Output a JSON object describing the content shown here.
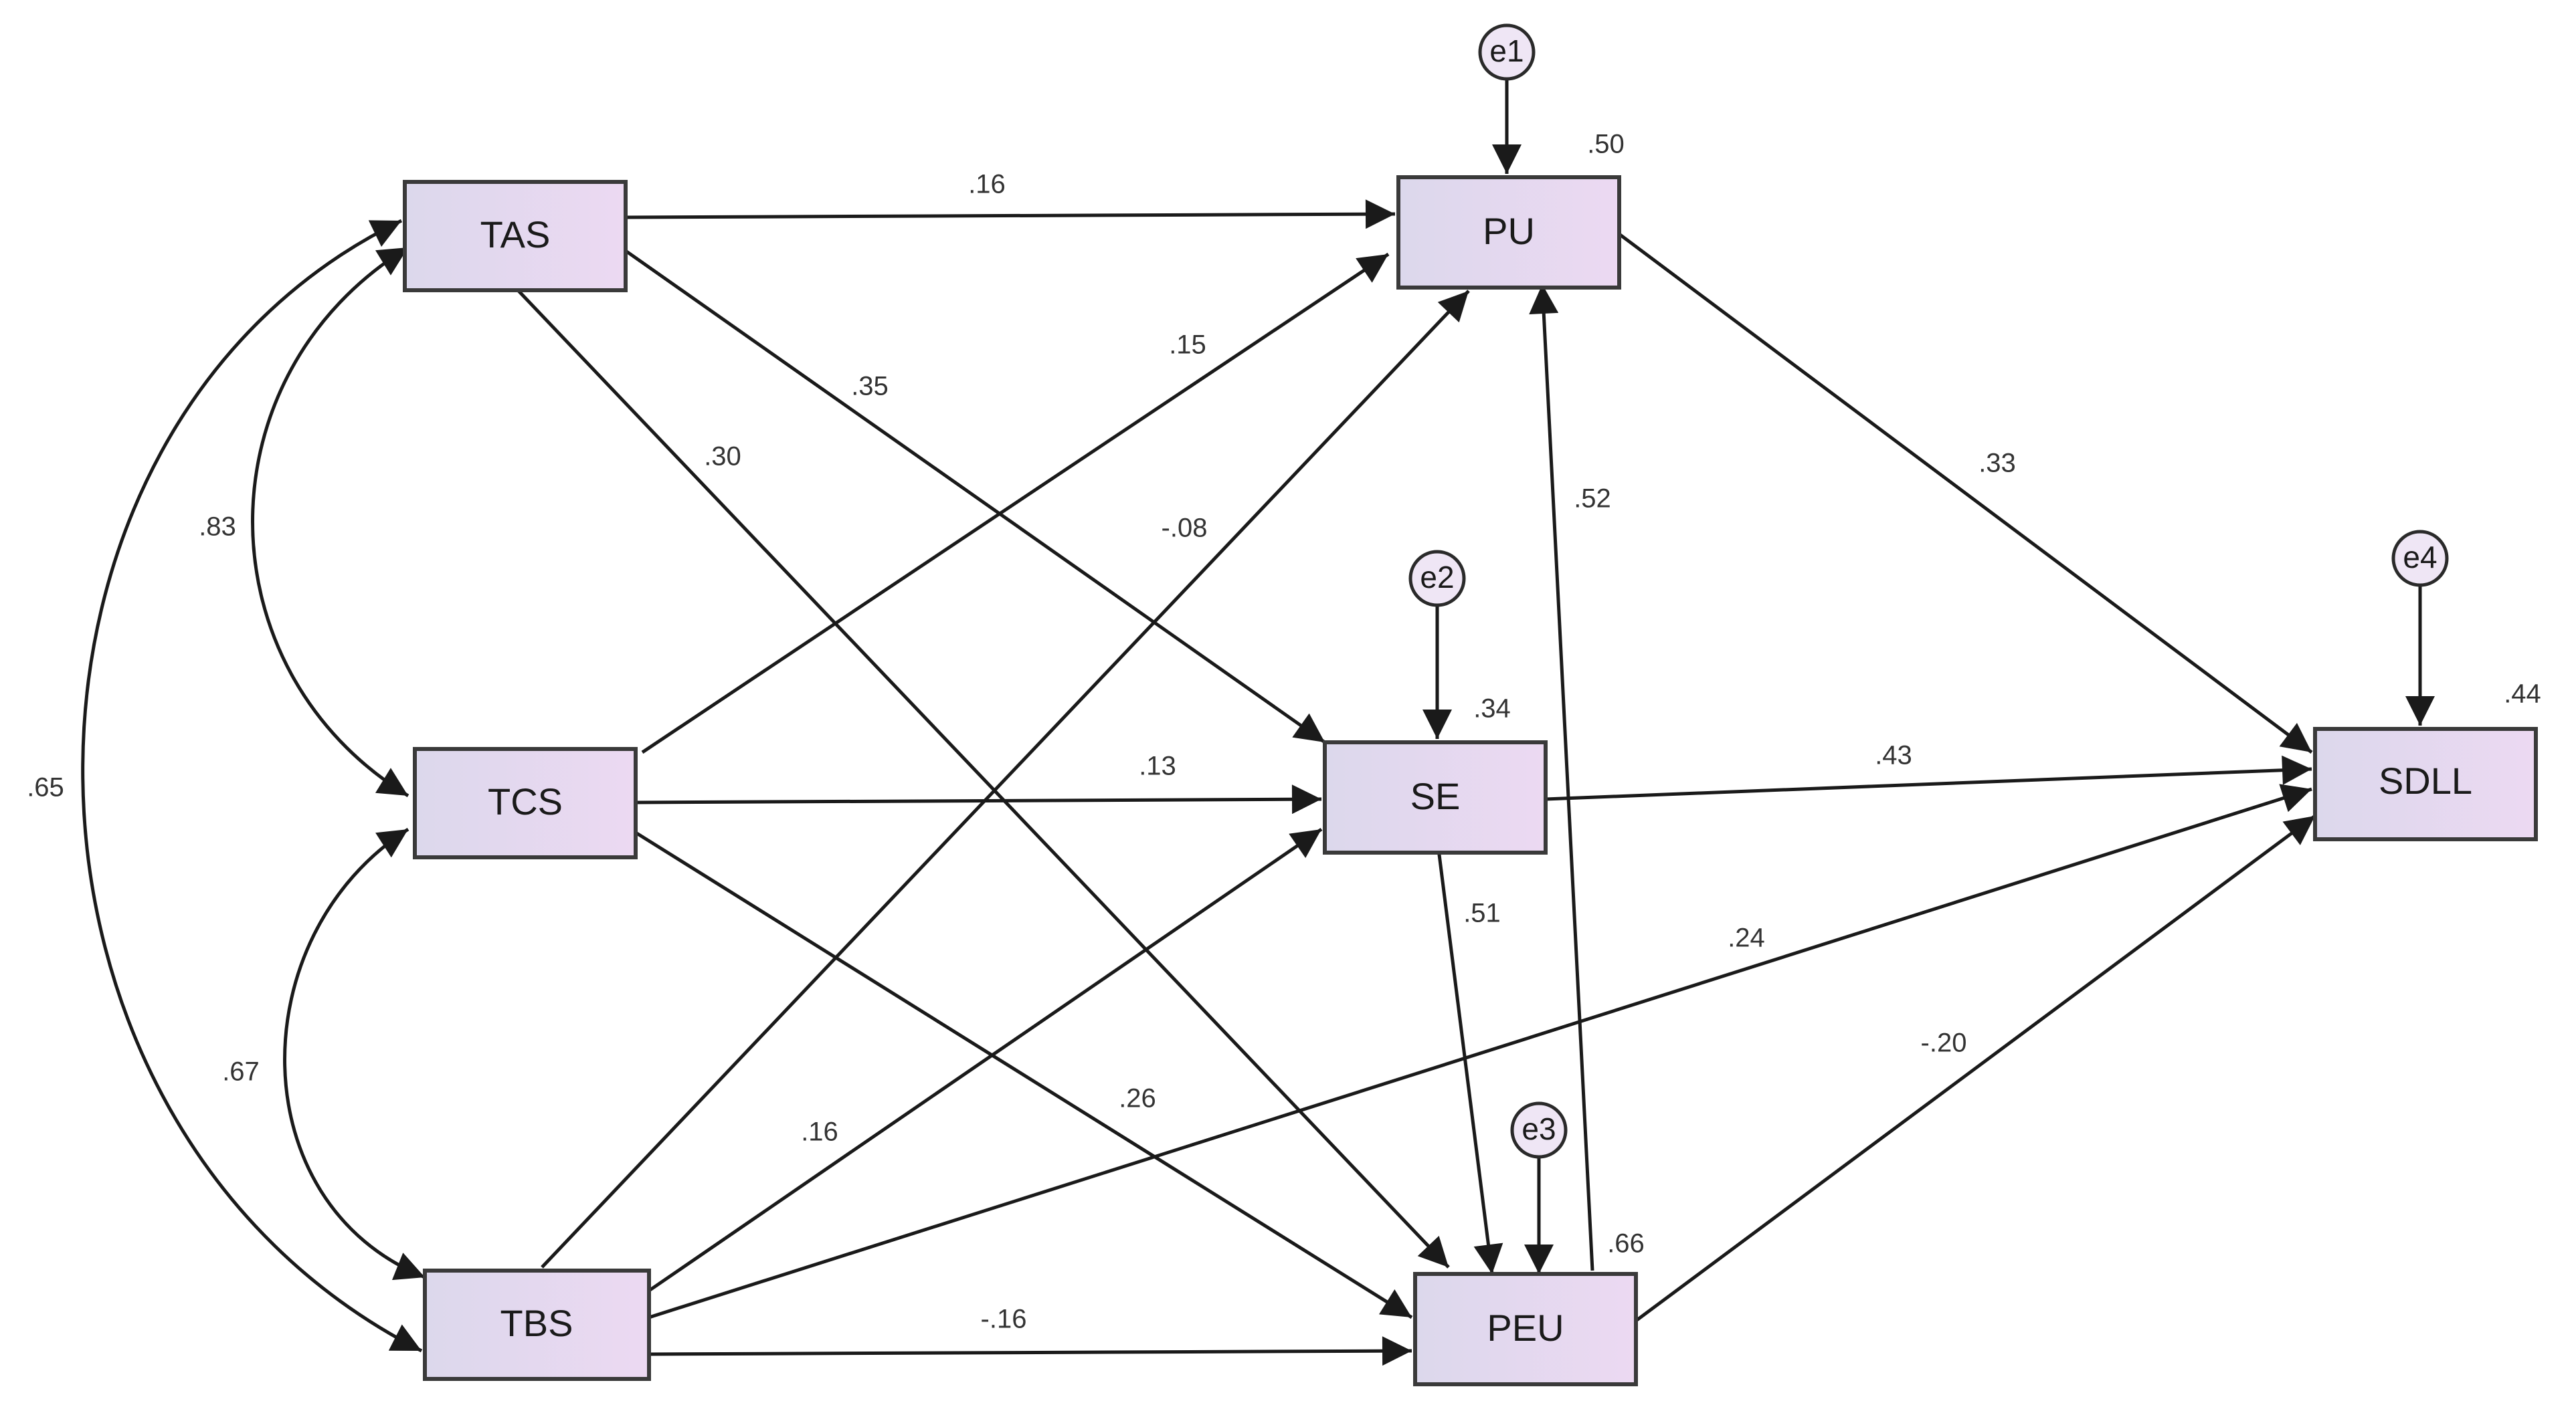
{
  "nodes": {
    "TAS": "TAS",
    "TCS": "TCS",
    "TBS": "TBS",
    "PU": "PU",
    "SE": "SE",
    "PEU": "PEU",
    "SDLL": "SDLL"
  },
  "errors": {
    "e1": "e1",
    "e2": "e2",
    "e3": "e3",
    "e4": "e4"
  },
  "r_squared": {
    "PU": ".50",
    "SE": ".34",
    "PEU": ".66",
    "SDLL": ".44"
  },
  "paths": {
    "TAS_PU": ".16",
    "TAS_SE": ".35",
    "TAS_PEU": ".30",
    "TCS_PU": ".15",
    "TCS_SE": ".13",
    "TCS_PEU": ".26",
    "TBS_PU": "-.08",
    "TBS_SE": ".16",
    "TBS_PEU": "-.16",
    "TBS_SDLL": ".24",
    "PU_SDLL": ".33",
    "SE_SDLL": ".43",
    "SE_PEU": ".51",
    "PEU_PU": ".52",
    "PEU_SDLL": "-.20"
  },
  "covariances": {
    "TAS_TCS": ".83",
    "TCS_TBS": ".67",
    "TAS_TBS": ".65"
  }
}
